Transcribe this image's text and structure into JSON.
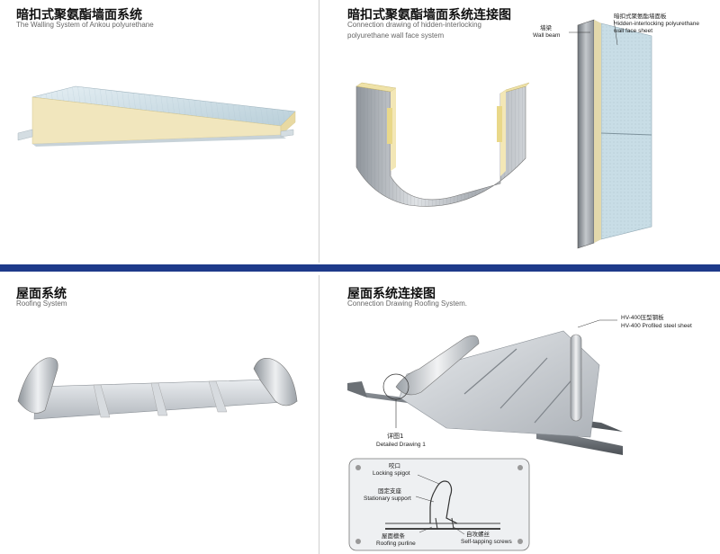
{
  "panels": {
    "wall": {
      "title": "暗扣式聚氨酯墙面系统",
      "subtitle": "The Walling System  of Ankou polyurethane"
    },
    "wall_connection": {
      "title": "暗扣式聚氨酯墙面系统连接图",
      "subtitle_line1": "Connection drawing of hidden-interlocking",
      "subtitle_line2": "polyurethane wall face system",
      "label_wall_beam_cn": "墙梁",
      "label_wall_beam_en": "Wall beam",
      "label_sheet_cn": "暗扣式聚氨酯墙面板",
      "label_sheet_en1": "Hidden-interlocking polyurethane",
      "label_sheet_en2": "wall face sheet"
    },
    "roof": {
      "title": "屋面系统",
      "subtitle": "Roofing System"
    },
    "roof_connection": {
      "title": "屋面系统连接图",
      "subtitle": "Connection Drawing Roofing System.",
      "label_profiled_cn": "HV-400压型钢板",
      "label_profiled_en": "HV-400 Profiled steel sheet",
      "detail_cn": "详图1",
      "detail_en": "Detailed Drawing 1",
      "label_spigot_cn": "咬口",
      "label_spigot_en": "Locking spigot",
      "label_support_cn": "固定支座",
      "label_support_en": "Stationary support",
      "label_purlin_cn": "屋面檩条",
      "label_purlin_en": "Roofing purline",
      "label_screw_cn": "自攻螺丝",
      "label_screw_en": "Self-tapping screws"
    }
  },
  "colors": {
    "band": "#1e3a8a",
    "panel_face": "#c9dde6",
    "foam": "#efe3b8",
    "metal": "#b8bcc2"
  }
}
